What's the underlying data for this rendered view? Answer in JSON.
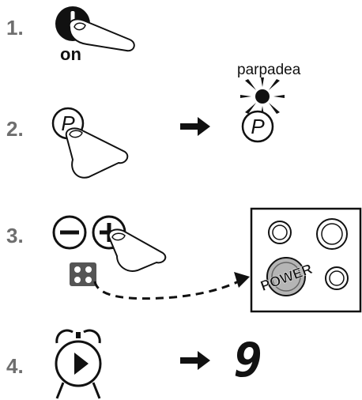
{
  "steps": [
    {
      "number": "1."
    },
    {
      "number": "2."
    },
    {
      "number": "3."
    },
    {
      "number": "4."
    }
  ],
  "labels": {
    "on": "on",
    "blink": "parpadea",
    "program_key": "P",
    "power": "POWER",
    "display_value": "9"
  },
  "icons": {
    "power_button": "power-button-icon",
    "program_button": "program-p-button-icon",
    "minus_button": "minus-button-icon",
    "plus_button": "plus-button-icon",
    "zone_selector": "cooking-zone-selector-icon",
    "timer": "alarm-clock-timer-icon",
    "finger": "pressing-finger-icon",
    "arrow": "right-arrow-icon"
  },
  "colors": {
    "ink": "#111111",
    "step_number": "#6e6e6e",
    "power_zone": "#b5b5b5",
    "selector_bg": "#555555"
  }
}
